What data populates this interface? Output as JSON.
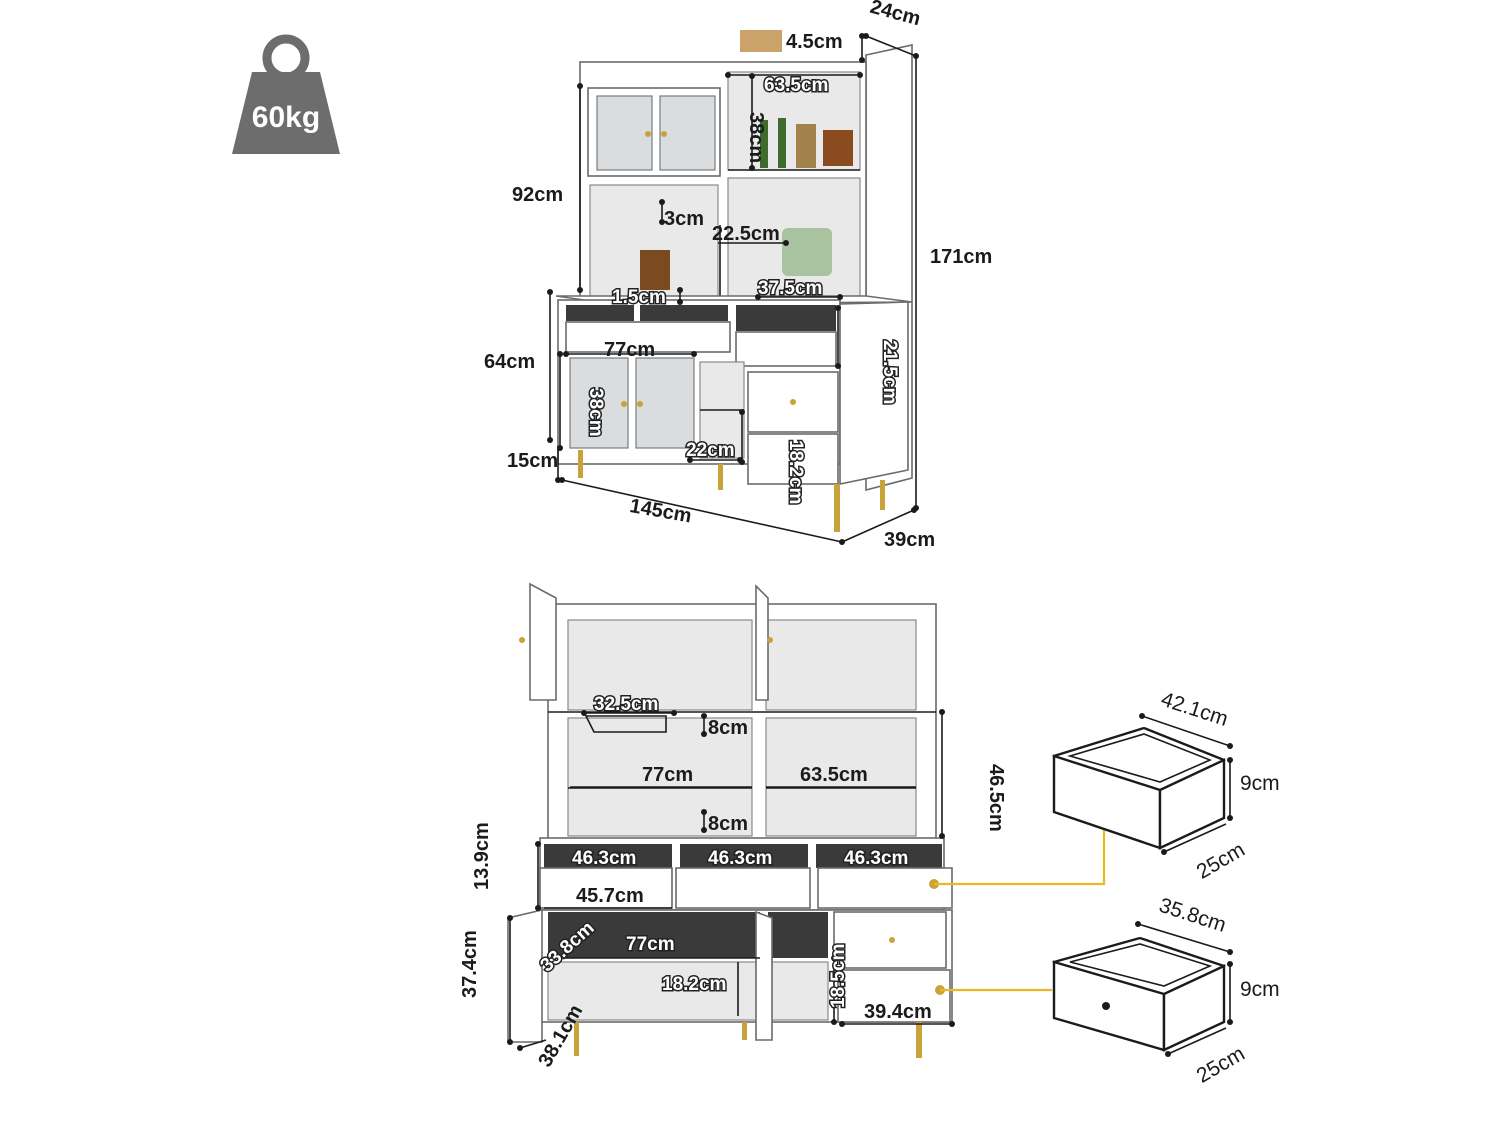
{
  "weight": {
    "label": "60kg",
    "color": "#6d6d6d"
  },
  "top_view": {
    "depth_top": "24cm",
    "top_lip": "4.5cm",
    "shelf_width_right": "63.5cm",
    "shelf_height": "38cm",
    "hutch_height": "92cm",
    "glass_rack_gap": "3cm",
    "appliance_gap": "22.5cm",
    "total_height": "171cm",
    "counter_thickness": "1.5cm",
    "right_counter_width": "37.5cm",
    "drawer_height_right": "21.5cm",
    "base_height": "64cm",
    "base_door_width": "77cm",
    "base_door_height": "38cm",
    "cubby_height": "18.2cm",
    "cubby_width": "22cm",
    "leg_height": "15cm",
    "total_width": "145cm",
    "total_depth": "39cm"
  },
  "front_view": {
    "rack_width": "32.5cm",
    "rack_gap": "8cm",
    "left_shelf_width": "77cm",
    "right_shelf_width": "63.5cm",
    "upper_open_height": "46.5cm",
    "lower_gap": "8cm",
    "drawer_inner_1": "46.3cm",
    "drawer_inner_2": "46.3cm",
    "drawer_inner_3": "46.3cm",
    "drawer_height": "13.9cm",
    "drawer_front_width": "45.7cm",
    "door_diag": "33.8cm",
    "cabinet_width": "77cm",
    "door_height": "37.4cm",
    "cubby_height": "18.2cm",
    "side_drawer_height": "18.5cm",
    "side_drawer_width": "39.4cm",
    "door_depth": "38.1cm"
  },
  "drawer_top": {
    "width": "42.1cm",
    "height": "9cm",
    "depth": "25cm"
  },
  "drawer_bottom": {
    "width": "35.8cm",
    "height": "9cm",
    "depth": "25cm"
  },
  "colors": {
    "gold_leader": "#e8b923",
    "text": "#1b1b1b",
    "cabinet": "#ffffff"
  }
}
